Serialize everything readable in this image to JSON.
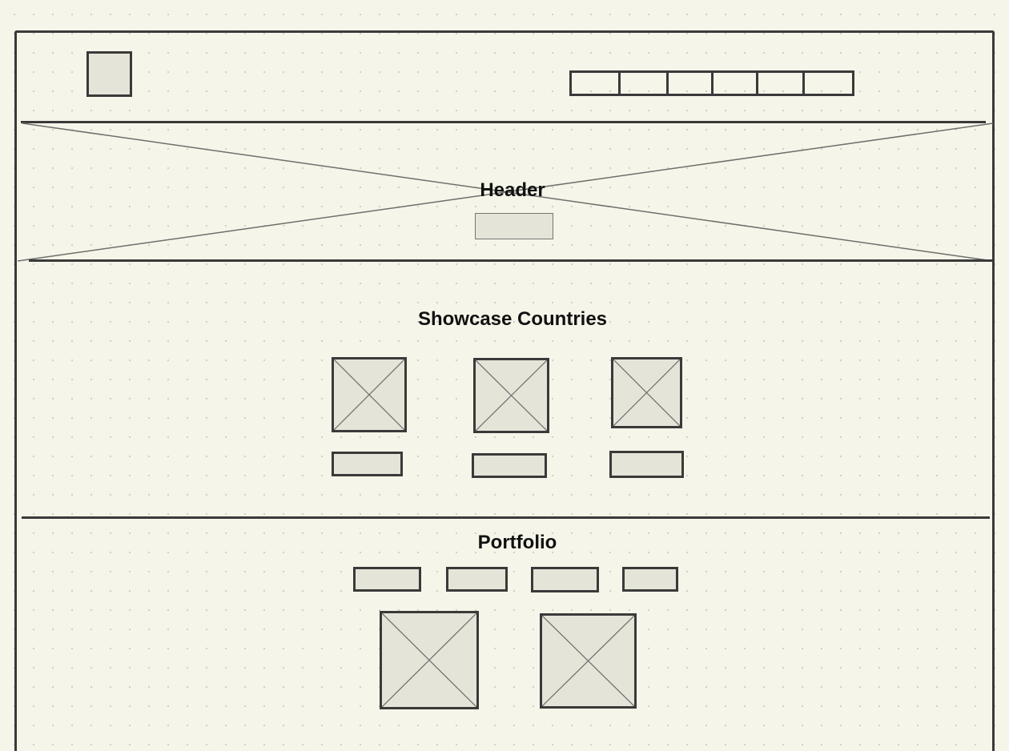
{
  "header": {
    "title": "Header"
  },
  "showcase": {
    "title": "Showcase Countries"
  },
  "portfolio": {
    "title": "Portfolio"
  },
  "colors": {
    "paper": "#f5f5e9",
    "stroke": "#3a3a3a",
    "fill": "#e4e4d8"
  }
}
